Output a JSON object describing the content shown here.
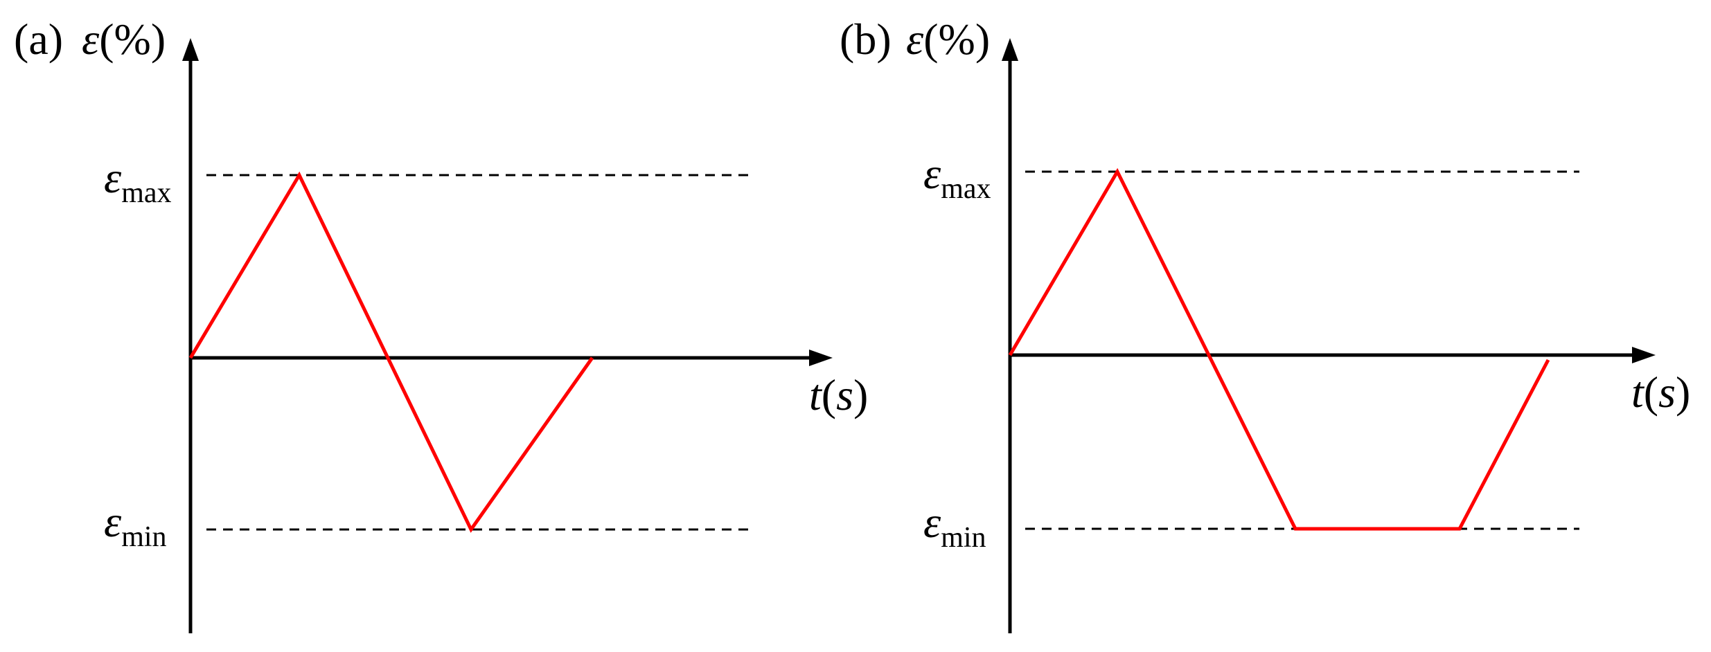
{
  "panels": [
    {
      "id": "a",
      "panel_label": "(a)",
      "y_axis_label": {
        "symbol": "ε",
        "unit": "(%)"
      },
      "x_axis_label": {
        "symbol": "t",
        "unit_open": "(",
        "unit": "s",
        "unit_close": ")"
      },
      "levels": {
        "max": {
          "symbol": "ε",
          "subscript": "max"
        },
        "min": {
          "symbol": "ε",
          "subscript": "min"
        }
      },
      "waveform": {
        "shape": "triangular",
        "hold_at_min": false,
        "line_color": "#ff0000"
      }
    },
    {
      "id": "b",
      "panel_label": "(b)",
      "y_axis_label": {
        "symbol": "ε",
        "unit": "(%)"
      },
      "x_axis_label": {
        "symbol": "t",
        "unit_open": "(",
        "unit": "s",
        "unit_close": ")"
      },
      "levels": {
        "max": {
          "symbol": "ε",
          "subscript": "max"
        },
        "min": {
          "symbol": "ε",
          "subscript": "min"
        }
      },
      "waveform": {
        "shape": "triangular with hold at minimum",
        "hold_at_min": true,
        "line_color": "#ff0000"
      }
    }
  ],
  "colors": {
    "axis": "#000000",
    "reference_lines": "#000000",
    "waveform": "#ff0000"
  }
}
